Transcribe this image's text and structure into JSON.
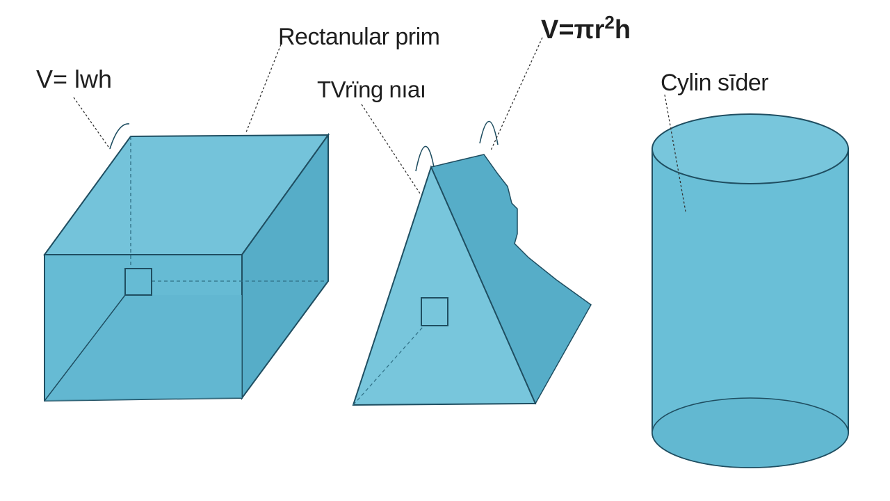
{
  "labels": {
    "rectangular_prism": "Rectanular prim",
    "rectangular_formula": "V= lwh",
    "triangular_prism": "TVrïng nıaı",
    "cylinder_formula_base": "V=πr",
    "cylinder_formula_exponent": "2",
    "cylinder_formula_tail": "h",
    "cylinder": "Cylin sīder"
  },
  "colors": {
    "fill_light": "#78c6dc",
    "fill_mid": "#62b7d0",
    "fill_dark": "#4fa7c2",
    "outline": "#1f4e61",
    "leader_line": "#333333"
  }
}
